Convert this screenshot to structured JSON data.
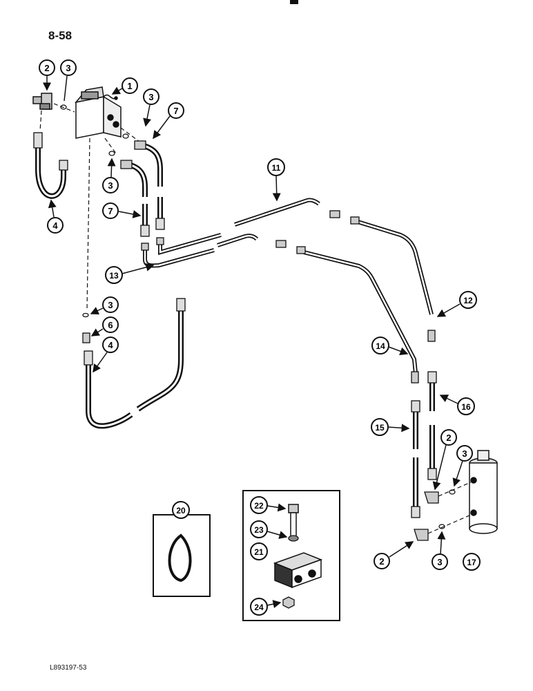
{
  "page": {
    "number": "8-58",
    "figure_code": "L893197-53"
  },
  "callouts": [
    {
      "id": "c1",
      "label": "1"
    },
    {
      "id": "c2a",
      "label": "2"
    },
    {
      "id": "c3a",
      "label": "3"
    },
    {
      "id": "c3b",
      "label": "3"
    },
    {
      "id": "c7a",
      "label": "7"
    },
    {
      "id": "c3c",
      "label": "3"
    },
    {
      "id": "c7b",
      "label": "7"
    },
    {
      "id": "c4a",
      "label": "4"
    },
    {
      "id": "c11",
      "label": "11"
    },
    {
      "id": "c13",
      "label": "13"
    },
    {
      "id": "c12",
      "label": "12"
    },
    {
      "id": "c3d",
      "label": "3"
    },
    {
      "id": "c6",
      "label": "6"
    },
    {
      "id": "c4b",
      "label": "4"
    },
    {
      "id": "c14",
      "label": "14"
    },
    {
      "id": "c16",
      "label": "16"
    },
    {
      "id": "c15",
      "label": "15"
    },
    {
      "id": "c2b",
      "label": "2"
    },
    {
      "id": "c3e",
      "label": "3"
    },
    {
      "id": "c20",
      "label": "20"
    },
    {
      "id": "c22",
      "label": "22"
    },
    {
      "id": "c23",
      "label": "23"
    },
    {
      "id": "c21",
      "label": "21"
    },
    {
      "id": "c24",
      "label": "24"
    },
    {
      "id": "c2c",
      "label": "2"
    },
    {
      "id": "c3f",
      "label": "3"
    },
    {
      "id": "c17",
      "label": "17"
    }
  ]
}
